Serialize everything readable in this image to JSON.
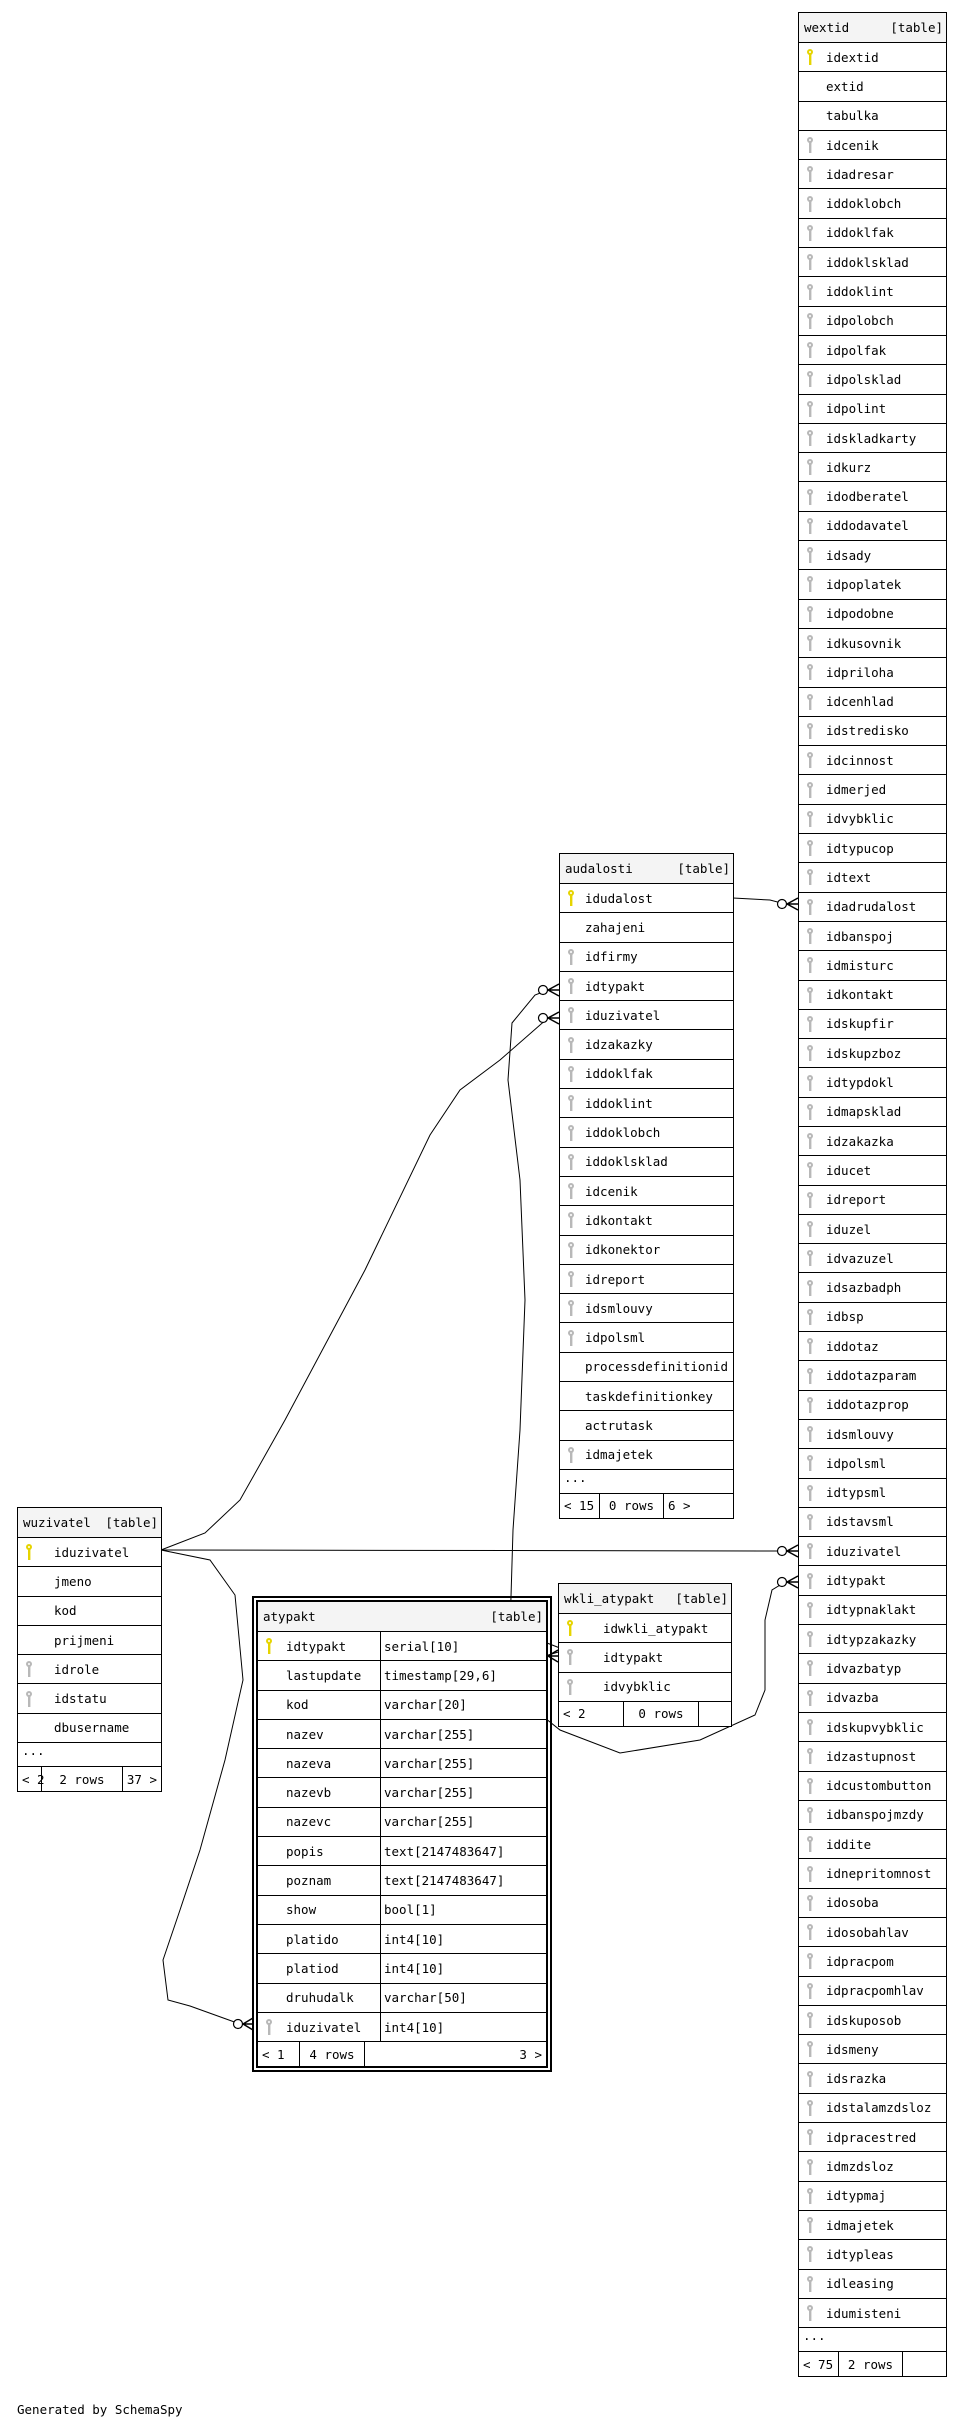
{
  "colors": {
    "pk": "#e6d400",
    "fk": "#b8b8b8"
  },
  "tables": {
    "wextid": {
      "name": "wextid",
      "kind": "[table]",
      "more": "...",
      "foot": [
        "< 75",
        "2 rows",
        ""
      ],
      "columns": [
        [
          "pk",
          "idextid"
        ],
        [
          "",
          "extid"
        ],
        [
          "",
          "tabulka"
        ],
        [
          "fk",
          "idcenik"
        ],
        [
          "fk",
          "idadresar"
        ],
        [
          "fk",
          "iddoklobch"
        ],
        [
          "fk",
          "iddoklfak"
        ],
        [
          "fk",
          "iddoklsklad"
        ],
        [
          "fk",
          "iddoklint"
        ],
        [
          "fk",
          "idpolobch"
        ],
        [
          "fk",
          "idpolfak"
        ],
        [
          "fk",
          "idpolsklad"
        ],
        [
          "fk",
          "idpolint"
        ],
        [
          "fk",
          "idskladkarty"
        ],
        [
          "fk",
          "idkurz"
        ],
        [
          "fk",
          "idodberatel"
        ],
        [
          "fk",
          "iddodavatel"
        ],
        [
          "fk",
          "idsady"
        ],
        [
          "fk",
          "idpoplatek"
        ],
        [
          "fk",
          "idpodobne"
        ],
        [
          "fk",
          "idkusovnik"
        ],
        [
          "fk",
          "idpriloha"
        ],
        [
          "fk",
          "idcenhlad"
        ],
        [
          "fk",
          "idstredisko"
        ],
        [
          "fk",
          "idcinnost"
        ],
        [
          "fk",
          "idmerjed"
        ],
        [
          "fk",
          "idvybklic"
        ],
        [
          "fk",
          "idtypucop"
        ],
        [
          "fk",
          "idtext"
        ],
        [
          "fk",
          "idadrudalost"
        ],
        [
          "fk",
          "idbanspoj"
        ],
        [
          "fk",
          "idmisturc"
        ],
        [
          "fk",
          "idkontakt"
        ],
        [
          "fk",
          "idskupfir"
        ],
        [
          "fk",
          "idskupzboz"
        ],
        [
          "fk",
          "idtypdokl"
        ],
        [
          "fk",
          "idmapsklad"
        ],
        [
          "fk",
          "idzakazka"
        ],
        [
          "fk",
          "iducet"
        ],
        [
          "fk",
          "idreport"
        ],
        [
          "fk",
          "iduzel"
        ],
        [
          "fk",
          "idvazuzel"
        ],
        [
          "fk",
          "idsazbadph"
        ],
        [
          "fk",
          "idbsp"
        ],
        [
          "fk",
          "iddotaz"
        ],
        [
          "fk",
          "iddotazparam"
        ],
        [
          "fk",
          "iddotazprop"
        ],
        [
          "fk",
          "idsmlouvy"
        ],
        [
          "fk",
          "idpolsml"
        ],
        [
          "fk",
          "idtypsml"
        ],
        [
          "fk",
          "idstavsml"
        ],
        [
          "fk",
          "iduzivatel"
        ],
        [
          "fk",
          "idtypakt"
        ],
        [
          "fk",
          "idtypnaklakt"
        ],
        [
          "fk",
          "idtypzakazky"
        ],
        [
          "fk",
          "idvazbatyp"
        ],
        [
          "fk",
          "idvazba"
        ],
        [
          "fk",
          "idskupvybklic"
        ],
        [
          "fk",
          "idzastupnost"
        ],
        [
          "fk",
          "idcustombutton"
        ],
        [
          "fk",
          "idbanspojmzdy"
        ],
        [
          "fk",
          "iddite"
        ],
        [
          "fk",
          "idnepritomnost"
        ],
        [
          "fk",
          "idosoba"
        ],
        [
          "fk",
          "idosobahlav"
        ],
        [
          "fk",
          "idpracpom"
        ],
        [
          "fk",
          "idpracpomhlav"
        ],
        [
          "fk",
          "idskuposob"
        ],
        [
          "fk",
          "idsmeny"
        ],
        [
          "fk",
          "idsrazka"
        ],
        [
          "fk",
          "idstalamzdsloz"
        ],
        [
          "fk",
          "idpracestred"
        ],
        [
          "fk",
          "idmzdsloz"
        ],
        [
          "fk",
          "idtypmaj"
        ],
        [
          "fk",
          "idmajetek"
        ],
        [
          "fk",
          "idtypleas"
        ],
        [
          "fk",
          "idleasing"
        ],
        [
          "fk",
          "idumisteni"
        ]
      ]
    },
    "audalosti": {
      "name": "audalosti",
      "kind": "[table]",
      "more": "...",
      "foot": [
        "< 15",
        "0 rows",
        "6 >"
      ],
      "columns": [
        [
          "pk",
          "idudalost"
        ],
        [
          "",
          "zahajeni"
        ],
        [
          "fk",
          "idfirmy"
        ],
        [
          "fk",
          "idtypakt"
        ],
        [
          "fk",
          "iduzivatel"
        ],
        [
          "fk",
          "idzakazky"
        ],
        [
          "fk",
          "iddoklfak"
        ],
        [
          "fk",
          "iddoklint"
        ],
        [
          "fk",
          "iddoklobch"
        ],
        [
          "fk",
          "iddoklsklad"
        ],
        [
          "fk",
          "idcenik"
        ],
        [
          "fk",
          "idkontakt"
        ],
        [
          "fk",
          "idkonektor"
        ],
        [
          "fk",
          "idreport"
        ],
        [
          "fk",
          "idsmlouvy"
        ],
        [
          "fk",
          "idpolsml"
        ],
        [
          "",
          "processdefinitionid"
        ],
        [
          "",
          "taskdefinitionkey"
        ],
        [
          "",
          "actrutask"
        ],
        [
          "fk",
          "idmajetek"
        ]
      ]
    },
    "wuzivatel": {
      "name": "wuzivatel",
      "kind": "[table]",
      "more": "...",
      "foot": [
        "< 2",
        "2 rows",
        "37 >"
      ],
      "columns": [
        [
          "pk",
          "iduzivatel"
        ],
        [
          "",
          "jmeno"
        ],
        [
          "",
          "kod"
        ],
        [
          "",
          "prijmeni"
        ],
        [
          "fk",
          "idrole"
        ],
        [
          "fk",
          "idstatu"
        ],
        [
          "",
          "dbusername"
        ]
      ]
    },
    "atypakt": {
      "name": "atypakt",
      "kind": "[table]",
      "foot": [
        "< 1",
        "4 rows",
        "3 >"
      ],
      "columns": [
        [
          "pk",
          "idtypakt",
          "serial[10]"
        ],
        [
          "",
          "lastupdate",
          "timestamp[29,6]"
        ],
        [
          "",
          "kod",
          "varchar[20]"
        ],
        [
          "",
          "nazev",
          "varchar[255]"
        ],
        [
          "",
          "nazeva",
          "varchar[255]"
        ],
        [
          "",
          "nazevb",
          "varchar[255]"
        ],
        [
          "",
          "nazevc",
          "varchar[255]"
        ],
        [
          "",
          "popis",
          "text[2147483647]"
        ],
        [
          "",
          "poznam",
          "text[2147483647]"
        ],
        [
          "",
          "show",
          "bool[1]"
        ],
        [
          "",
          "platido",
          "int4[10]"
        ],
        [
          "",
          "platiod",
          "int4[10]"
        ],
        [
          "",
          "druhudalk",
          "varchar[50]"
        ],
        [
          "fk",
          "iduzivatel",
          "int4[10]"
        ]
      ]
    },
    "wkli_atypakt": {
      "name": "wkli_atypakt",
      "kind": "[table]",
      "foot": [
        "< 2",
        "0 rows",
        ""
      ],
      "columns": [
        [
          "pk",
          "idwkli_atypakt"
        ],
        [
          "fk",
          "idtypakt"
        ],
        [
          "fk",
          "idvybklic"
        ]
      ]
    }
  },
  "footer": {
    "generated": "Generated by SchemaSpy"
  }
}
